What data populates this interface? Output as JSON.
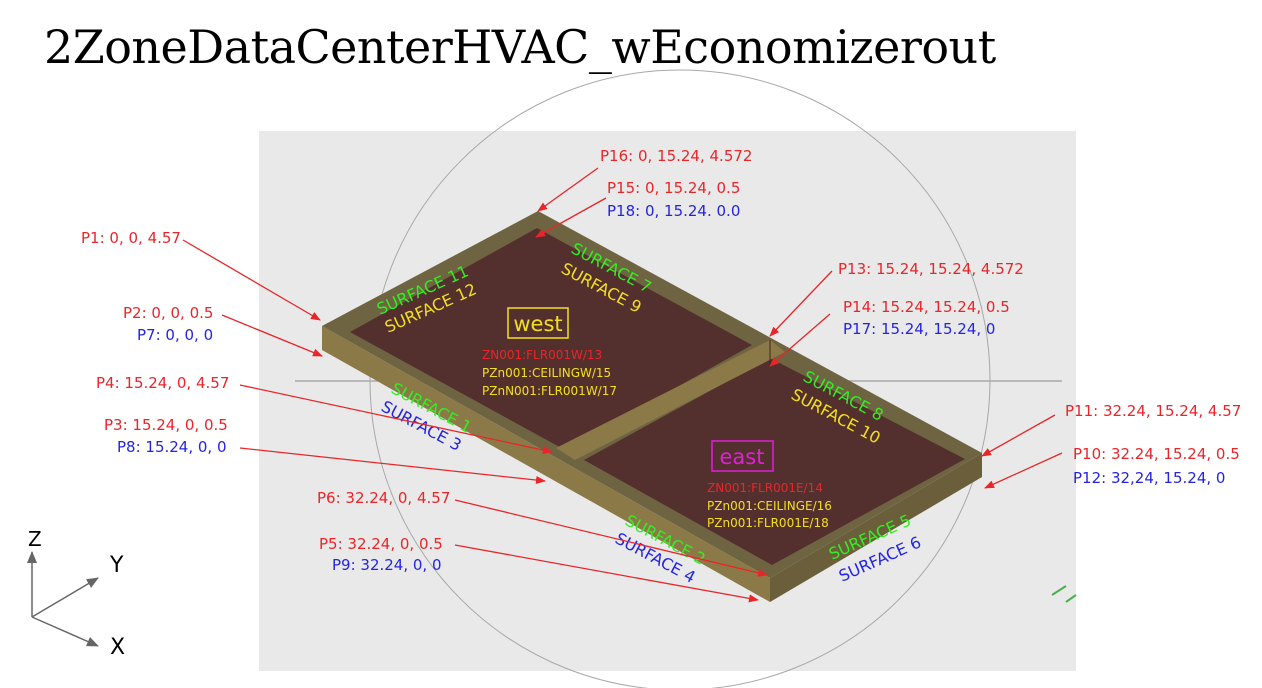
{
  "title": "2ZoneDataCenterHVAC_wEconomizerout",
  "points": [
    {
      "label": "P16: 0, 15.24, 4.572",
      "color": "#e8262a"
    },
    {
      "label": "P15: 0, 15.24, 0.5",
      "color": "#e8262a"
    },
    {
      "label": "P18: 0, 15.24. 0.0",
      "color": "#2424e0"
    },
    {
      "label": "P1: 0, 0, 4.57",
      "color": "#e8262a"
    },
    {
      "label": "P2: 0, 0, 0.5",
      "color": "#e8262a"
    },
    {
      "label": "P7: 0, 0, 0",
      "color": "#2424e0"
    },
    {
      "label": "P4: 15.24, 0, 4.57",
      "color": "#e8262a"
    },
    {
      "label": "P3: 15.24, 0, 0.5",
      "color": "#e8262a"
    },
    {
      "label": "P8: 15.24, 0, 0",
      "color": "#2424e0"
    },
    {
      "label": "P6: 32.24, 0, 4.57",
      "color": "#e8262a"
    },
    {
      "label": "P5: 32.24, 0, 0.5",
      "color": "#e8262a"
    },
    {
      "label": "P9: 32.24, 0, 0",
      "color": "#2424e0"
    },
    {
      "label": "P13: 15.24, 15.24, 4.572",
      "color": "#e8262a"
    },
    {
      "label": "P14: 15.24, 15.24, 0.5",
      "color": "#e8262a"
    },
    {
      "label": "P17: 15.24, 15.24, 0",
      "color": "#2424e0"
    },
    {
      "label": "P11: 32.24, 15.24, 4.57",
      "color": "#e8262a"
    },
    {
      "label": "P10: 32.24, 15.24, 0.5",
      "color": "#e8262a"
    },
    {
      "label": "P12: 32,24, 15.24, 0",
      "color": "#2424e0"
    }
  ],
  "surfaces": [
    {
      "label": "SURFACE 11",
      "color": "#33ee22"
    },
    {
      "label": "SURFACE 12",
      "color": "#f2e020"
    },
    {
      "label": "SURFACE 7",
      "color": "#33ee22"
    },
    {
      "label": "SURFACE 9",
      "color": "#f2e020"
    },
    {
      "label": "SURFACE 1",
      "color": "#33ee22"
    },
    {
      "label": "SURFACE 3",
      "color": "#2424e0"
    },
    {
      "label": "SURFACE 8",
      "color": "#33ee22"
    },
    {
      "label": "SURFACE 10",
      "color": "#f2e020"
    },
    {
      "label": "SURFACE 2",
      "color": "#33ee22"
    },
    {
      "label": "SURFACE 4",
      "color": "#2424e0"
    },
    {
      "label": "SURFACE 5",
      "color": "#33ee22"
    },
    {
      "label": "SURFACE 6",
      "color": "#2424e0"
    }
  ],
  "zones": {
    "west": {
      "name": "west",
      "lines": [
        "ZN001:FLR001W/13",
        "PZn001:CEILINGW/15",
        "PZnN001:FLR001W/17"
      ]
    },
    "east": {
      "name": "east",
      "lines": [
        "ZN001:FLR001E/14",
        "PZn001:CEILINGE/16",
        "PZn001:FLR001E/18"
      ]
    }
  },
  "axes": {
    "z": "Z",
    "y": "Y",
    "x": "X"
  }
}
